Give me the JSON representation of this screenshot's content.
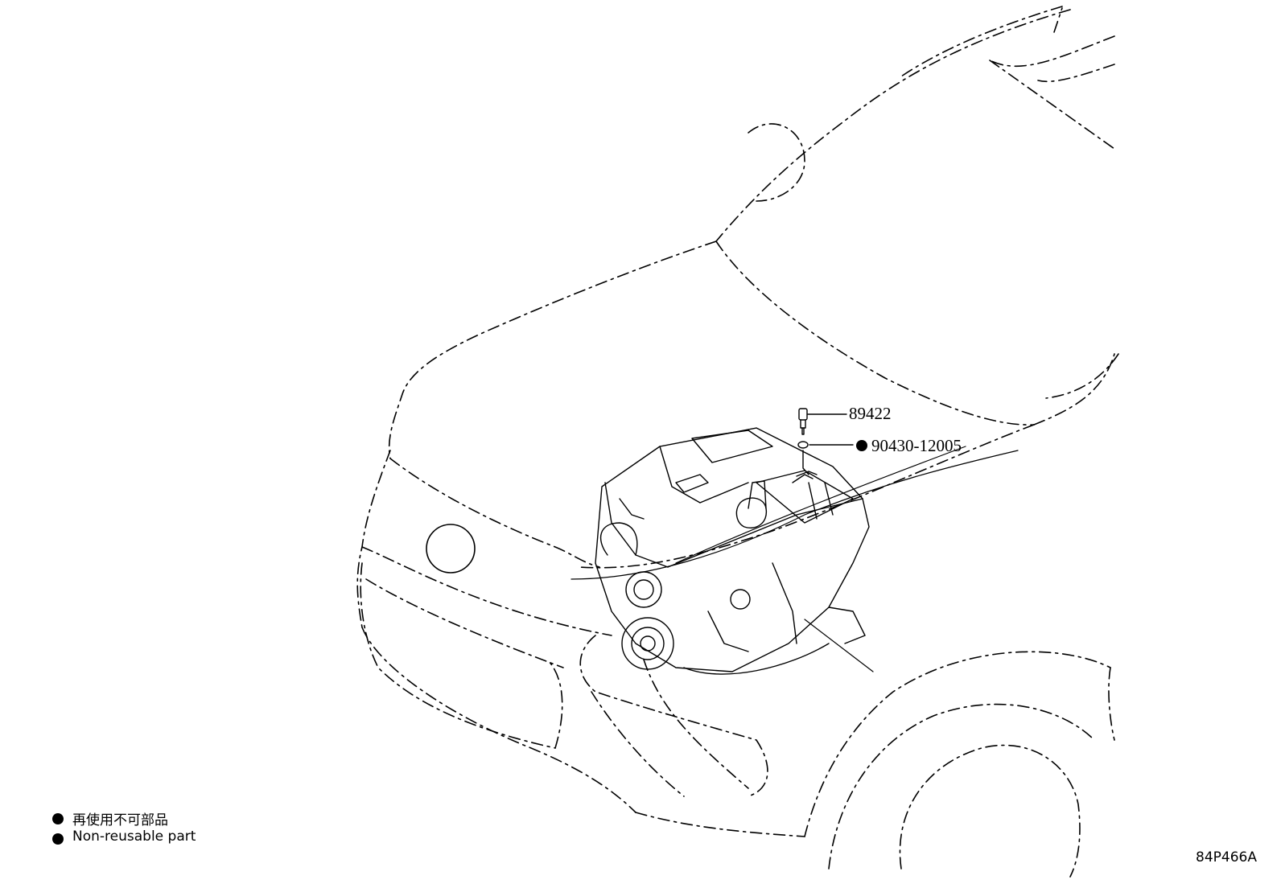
{
  "callouts": {
    "sensor_part_no": "89422",
    "gasket_part_no": "90430-12005"
  },
  "legend": {
    "japanese": "再使用不可部品",
    "english": "Non-reusable part"
  },
  "illustration_code": "84P466A",
  "colors": {
    "ink": "#000000",
    "background": "#ffffff"
  }
}
